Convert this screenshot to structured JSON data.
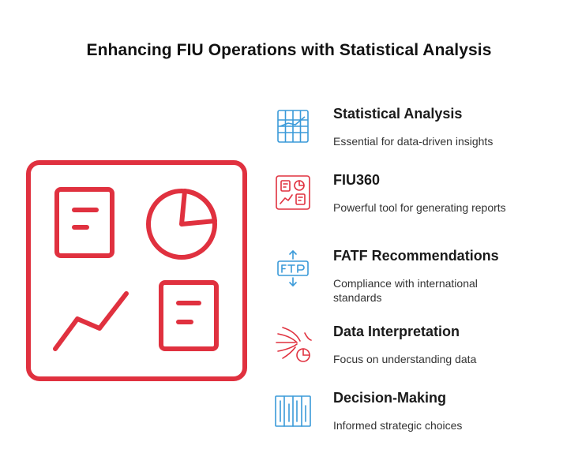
{
  "title": "Enhancing FIU Operations with Statistical Analysis",
  "colors": {
    "red": "#e0313f",
    "blue": "#3a9ad9"
  },
  "items": [
    {
      "title": "Statistical Analysis",
      "description": "Essential for data-driven insights",
      "icon": "bar-chart-icon",
      "color": "blue"
    },
    {
      "title": "FIU360",
      "description": "Powerful tool for generating reports",
      "icon": "dashboard-icon",
      "color": "red"
    },
    {
      "title": "FATF Recommendations",
      "description": "Compliance with international standards",
      "icon": "ftp-transfer-icon",
      "color": "blue"
    },
    {
      "title": "Data Interpretation",
      "description": "Focus on understanding data",
      "icon": "data-funnel-icon",
      "color": "red"
    },
    {
      "title": "Decision-Making",
      "description": "Informed strategic choices",
      "icon": "pillars-icon",
      "color": "blue"
    }
  ]
}
